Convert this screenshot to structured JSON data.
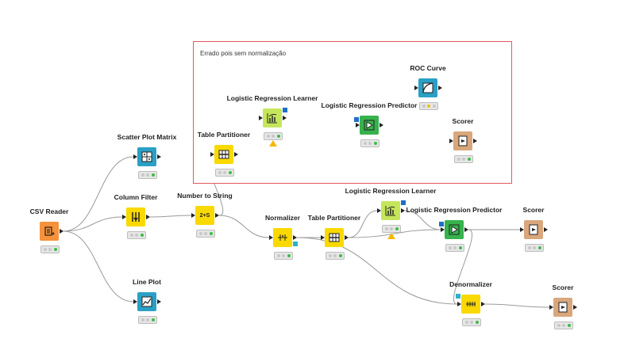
{
  "annotation": {
    "text": "Errado pois sem normalização"
  },
  "nodes": [
    {
      "id": "csv-reader",
      "title": "CSV Reader",
      "color": "#f7913a",
      "icon": "csv-reader-icon",
      "status": "executed"
    },
    {
      "id": "scatter-plot-matrix",
      "title": "Scatter Plot Matrix",
      "color": "#2aa0c5",
      "icon": "scatter-matrix-icon",
      "status": "executed"
    },
    {
      "id": "column-filter",
      "title": "Column Filter",
      "color": "#f9d900",
      "icon": "column-filter-icon",
      "status": "executed"
    },
    {
      "id": "line-plot",
      "title": "Line Plot",
      "color": "#2aa0c5",
      "icon": "line-plot-icon",
      "status": "executed"
    },
    {
      "id": "number-to-string",
      "title": "Number to String",
      "color": "#f9d900",
      "icon": "number-to-string-icon",
      "icon_text": "2+S",
      "status": "executed"
    },
    {
      "id": "table-partitioner-top",
      "title": "Table Partitioner",
      "color": "#f9d900",
      "icon": "partition-icon",
      "status": "executed"
    },
    {
      "id": "lr-learner-top",
      "title": "Logistic Regression Learner",
      "color": "#c5e65c",
      "icon": "learner-icon",
      "status": "warning"
    },
    {
      "id": "lr-predictor-top",
      "title": "Logistic Regression Predictor",
      "color": "#37b24d",
      "icon": "predictor-icon",
      "status": "executed"
    },
    {
      "id": "roc-curve",
      "title": "ROC Curve",
      "color": "#2aa0c5",
      "icon": "roc-curve-icon",
      "status": "configured"
    },
    {
      "id": "scorer-top",
      "title": "Scorer",
      "color": "#d9a77c",
      "icon": "scorer-icon",
      "status": "executed"
    },
    {
      "id": "normalizer",
      "title": "Normalizer",
      "color": "#f9d900",
      "icon": "normalizer-icon",
      "status": "executed"
    },
    {
      "id": "table-partitioner-bottom",
      "title": "Table Partitioner",
      "color": "#f9d900",
      "icon": "partition-icon",
      "status": "executed"
    },
    {
      "id": "lr-learner-bottom",
      "title": "Logistic Regression Learner",
      "color": "#c5e65c",
      "icon": "learner-icon",
      "status": "warning"
    },
    {
      "id": "lr-predictor-bottom",
      "title": "Logistic Regression Predictor",
      "color": "#37b24d",
      "icon": "predictor-icon",
      "status": "executed"
    },
    {
      "id": "scorer-right",
      "title": "Scorer",
      "color": "#d9a77c",
      "icon": "scorer-icon",
      "status": "executed"
    },
    {
      "id": "denormalizer",
      "title": "Denormalizer",
      "color": "#f9d900",
      "icon": "denormalizer-icon",
      "status": "executed"
    },
    {
      "id": "scorer-bottom",
      "title": "Scorer",
      "color": "#d9a77c",
      "icon": "scorer-icon",
      "status": "executed"
    }
  ],
  "connections": [
    [
      "csv-reader",
      "scatter-plot-matrix"
    ],
    [
      "csv-reader",
      "column-filter"
    ],
    [
      "csv-reader",
      "line-plot"
    ],
    [
      "column-filter",
      "number-to-string"
    ],
    [
      "number-to-string",
      "table-partitioner-top"
    ],
    [
      "number-to-string",
      "normalizer"
    ],
    [
      "table-partitioner-top",
      "lr-learner-top"
    ],
    [
      "table-partitioner-top",
      "lr-predictor-top"
    ],
    [
      "lr-learner-top",
      "lr-predictor-top"
    ],
    [
      "lr-predictor-top",
      "roc-curve"
    ],
    [
      "lr-predictor-top",
      "scorer-top"
    ],
    [
      "normalizer",
      "table-partitioner-bottom"
    ],
    [
      "normalizer",
      "denormalizer"
    ],
    [
      "table-partitioner-bottom",
      "lr-learner-bottom"
    ],
    [
      "table-partitioner-bottom",
      "lr-predictor-bottom"
    ],
    [
      "lr-learner-bottom",
      "lr-predictor-bottom"
    ],
    [
      "lr-predictor-bottom",
      "scorer-right"
    ],
    [
      "lr-predictor-bottom",
      "denormalizer"
    ],
    [
      "denormalizer",
      "scorer-bottom"
    ]
  ],
  "colors": {
    "annotation_border": "#e2585d",
    "connection": "#9a9a9a",
    "model_port": "#1f6fc5",
    "normalizer_port": "#29b3c7"
  }
}
